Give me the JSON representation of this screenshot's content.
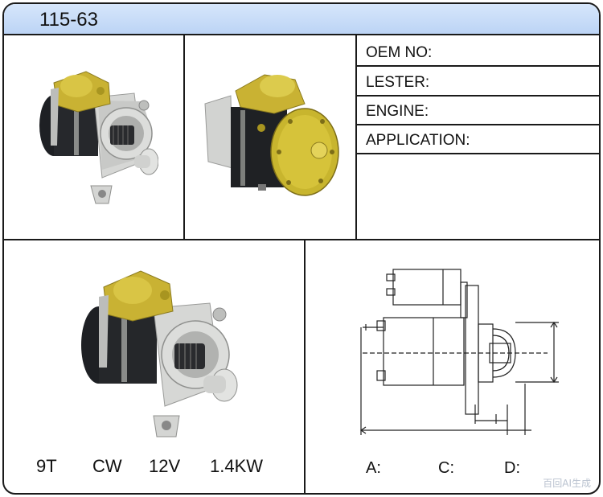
{
  "title": "115-63",
  "specs": {
    "oem_label": "OEM NO:",
    "lester_label": "LESTER:",
    "engine_label": "ENGINE:",
    "application_label": "APPLICATION:"
  },
  "ratings": {
    "teeth": "9T",
    "rotation": "CW",
    "voltage": "12V",
    "power": "1.4KW"
  },
  "dimensions": {
    "a_label": "A:",
    "c_label": "C:",
    "d_label": "D:"
  },
  "watermark": "百回AI生成",
  "colors": {
    "title_bar": "#c6dbf7",
    "border": "#1a1a1a",
    "solenoid_gold": "#c9b233",
    "body_black": "#1e2024",
    "housing_silver": "#d6d7d5"
  }
}
